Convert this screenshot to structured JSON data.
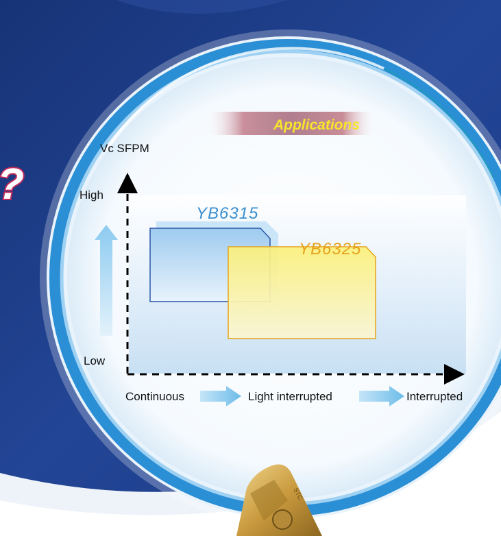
{
  "title": "Applications",
  "y_axis": {
    "label": "Vc SFPM",
    "high": "High",
    "low": "Low"
  },
  "x_axis": {
    "stages": [
      "Continuous",
      "Light interrupted",
      "Interrupted"
    ]
  },
  "products": [
    {
      "name": "YB6315",
      "color": "#3a8fd0"
    },
    {
      "name": "YB6325",
      "color": "#e6a21c"
    }
  ],
  "decor": {
    "left_glyph": "?"
  },
  "colors": {
    "background_dark": "#1f3a84",
    "ring": "#2b8fd6",
    "arrow": "#8ccbf0"
  }
}
